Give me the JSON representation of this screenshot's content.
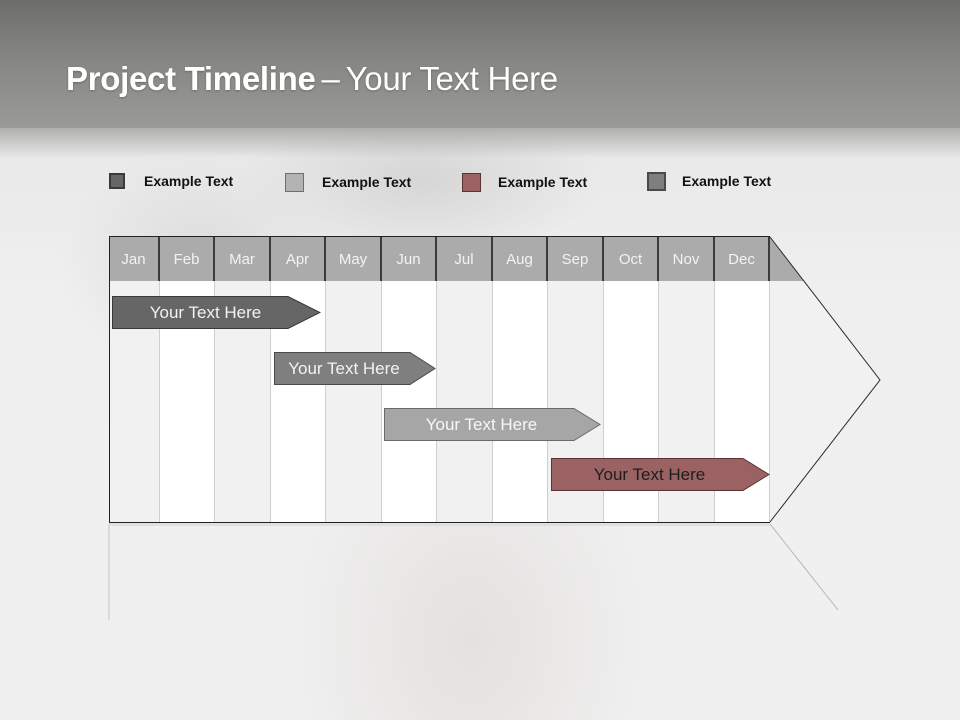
{
  "slide": {
    "title_bold": "Project Timeline",
    "title_separator": "–",
    "title_rest": "Your Text Here"
  },
  "legend": [
    {
      "label": "Example Text",
      "color": "#666666"
    },
    {
      "label": "Example Text",
      "color": "#b3b3b3"
    },
    {
      "label": "Example Text",
      "color": "#9a6262"
    },
    {
      "label": "Example Text",
      "color": "#7f7f7f"
    }
  ],
  "timeline": {
    "months": [
      "Jan",
      "Feb",
      "Mar",
      "Apr",
      "May",
      "Jun",
      "Jul",
      "Aug",
      "Sep",
      "Oct",
      "Nov",
      "Dec"
    ],
    "header_color": "#ababab",
    "bars": [
      {
        "label": "Your  Text Here",
        "start_month": "Jan",
        "end_month": "Apr",
        "color": "#666666",
        "text_color": "#f2f2f2"
      },
      {
        "label": "Your  Text Here",
        "start_month": "Apr",
        "end_month": "Jun",
        "color": "#7f7f7f",
        "text_color": "#f2f2f2"
      },
      {
        "label": "Your  Text Here",
        "start_month": "Jun",
        "end_month": "Sep",
        "color": "#a6a6a6",
        "text_color": "#f7f7f7"
      },
      {
        "label": "Your  Text Here",
        "start_month": "Sep",
        "end_month": "Dec",
        "color": "#9a6262",
        "text_color": "#1e1e1e"
      }
    ]
  }
}
